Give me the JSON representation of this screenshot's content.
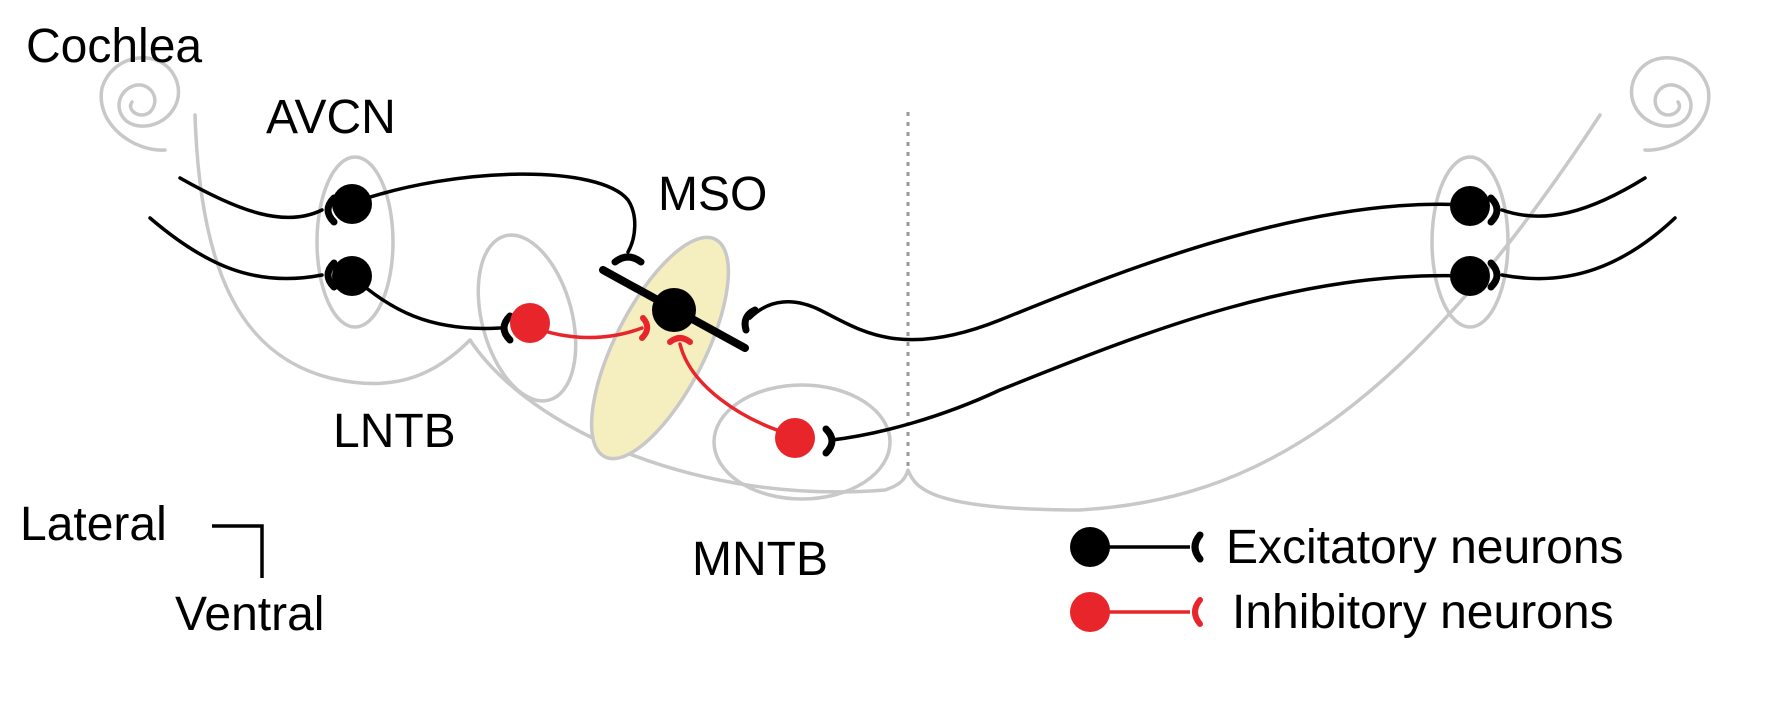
{
  "labels": {
    "cochlea": "Cochlea",
    "avcn": "AVCN",
    "mso": "MSO",
    "lntb": "LNTB",
    "mntb": "MNTB",
    "lateral": "Lateral",
    "ventral": "Ventral"
  },
  "legend": {
    "excitatory": "Excitatory neurons",
    "inhibitory": "Inhibitory neurons"
  },
  "colors": {
    "excitatory": "#000000",
    "inhibitory": "#e8252a",
    "mso_fill": "#f5efbf",
    "outline": "#c8c8c8"
  }
}
